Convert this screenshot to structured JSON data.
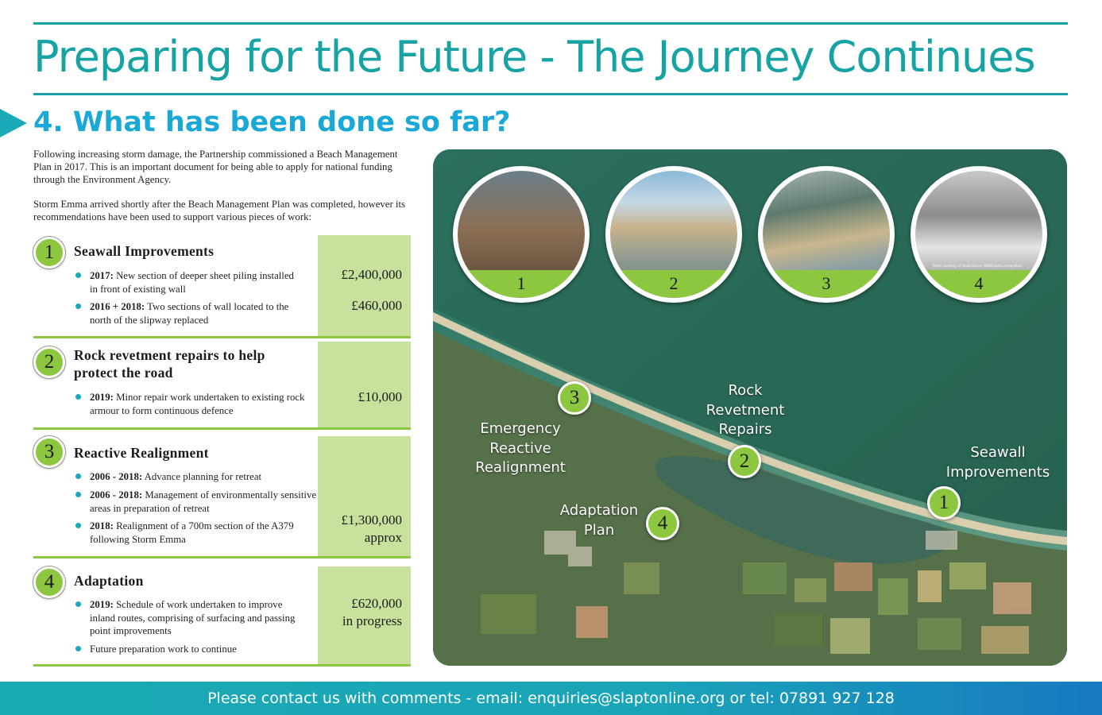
{
  "header": {
    "title": "Preparing for the Future - The Journey Continues",
    "section_title": "4. What has been done so far?"
  },
  "intro": {
    "paragraph1": "Following increasing storm damage, the Partnership commissioned a Beach Management Plan in 2017. This is an important document for being able to apply for national funding through the Environment Agency.",
    "paragraph2": "Storm Emma arrived shortly after the Beach Management Plan was completed, however its recommendations have been used to support various pieces of work:"
  },
  "works": [
    {
      "number": "1",
      "title": "Seawall Improvements",
      "bullets": [
        {
          "label": "2017:",
          "text": "New section of deeper sheet piling installed in front of existing wall"
        },
        {
          "label": "2016 + 2018:",
          "text": "Two sections of wall located to the north of the slipway replaced"
        }
      ],
      "amounts": [
        "£2,400,000",
        "£460,000"
      ]
    },
    {
      "number": "2",
      "title": "Rock revetment repairs to help protect the road",
      "bullets": [
        {
          "label": "2019:",
          "text": "Minor repair work undertaken to existing rock armour to form continuous defence"
        }
      ],
      "amounts": [
        "£10,000"
      ]
    },
    {
      "number": "3",
      "title": "Reactive Realignment",
      "bullets": [
        {
          "label": "2006 - 2018:",
          "text": "Advance planning for retreat"
        },
        {
          "label": "2006 - 2018:",
          "text": "Management of environmentally sensitive areas in preparation of retreat"
        },
        {
          "label": "2018:",
          "text": "Realignment of a 700m section of the A379 following Storm Emma"
        }
      ],
      "amounts": [
        "£1,300,000",
        "approx"
      ]
    },
    {
      "number": "4",
      "title": "Adaptation",
      "bullets": [
        {
          "label": "2019:",
          "text": "Schedule of work undertaken to improve inland routes, comprising of surfacing and passing point improvements"
        },
        {
          "label": "",
          "text": "Future preparation work to continue"
        }
      ],
      "amounts": [
        "£620,000",
        "in progress"
      ]
    }
  ],
  "map": {
    "photos": [
      {
        "number": "1"
      },
      {
        "number": "2"
      },
      {
        "number": "3"
      },
      {
        "number": "4",
        "credit": "Photo courtesy of South Devon AONB photo competition"
      }
    ],
    "markers": [
      {
        "number": "1",
        "label": "Seawall\nImprovements"
      },
      {
        "number": "2",
        "label": "Rock\nRevetment\nRepairs"
      },
      {
        "number": "3",
        "label": "Emergency\nReactive\nRealignment"
      },
      {
        "number": "4",
        "label": "Adaptation\nPlan"
      }
    ]
  },
  "footer": {
    "contact": "Please contact us with comments - email: enquiries@slaptonline.org or tel: 07891 927 128"
  },
  "colors": {
    "title_teal": "#17a3a3",
    "section_blue": "#1aa9d6",
    "green_accent": "#8dc63f",
    "amount_panel": "#c8e19d",
    "sea": "#2a6b5a"
  }
}
